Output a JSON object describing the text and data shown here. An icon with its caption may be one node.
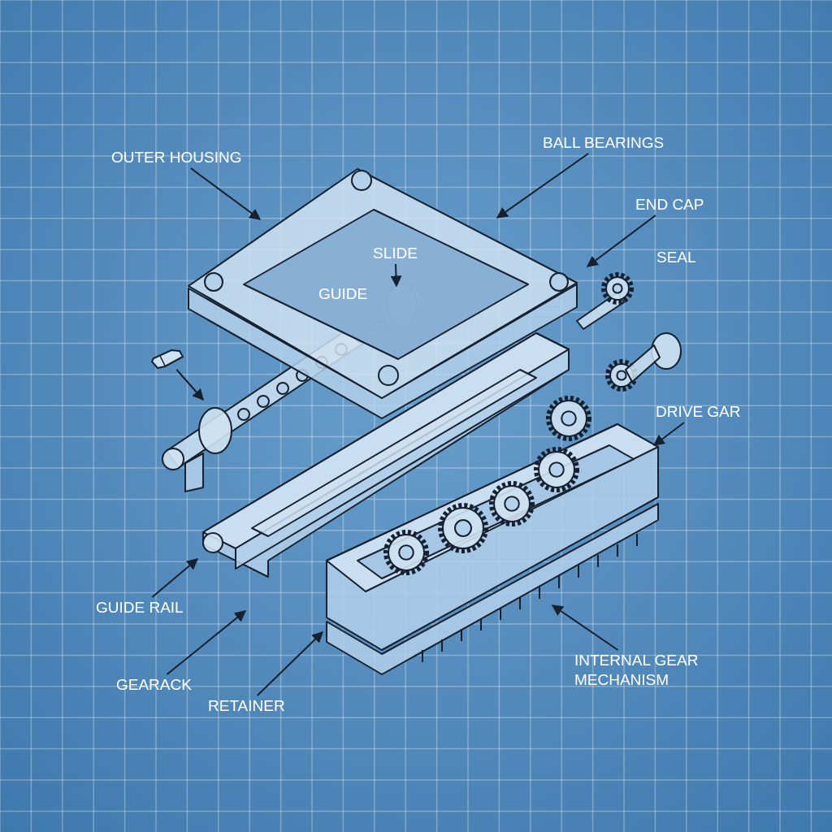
{
  "diagram": {
    "nodes": [
      {
        "text": [
          "OUTER HOUSING"
        ]
      },
      {
        "text": [
          "BALL BEARINGS"
        ]
      },
      {
        "text": [
          "END CAP"
        ]
      },
      {
        "text": [
          "SLIDE"
        ]
      },
      {
        "text": [],
        "shape": "picture"
      },
      {
        "text": [
          "DRIVE GAR"
        ]
      },
      {
        "text": [
          "GUIDE RAIL"
        ]
      },
      {
        "text": [
          "GEARACK"
        ]
      },
      {
        "text": [
          "RETAINER"
        ]
      },
      {
        "text": [
          "INTERNAL GEAR MECHANISM"
        ]
      }
    ],
    "edges": [
      {
        "from": 0,
        "to": null,
        "arrow": "to"
      },
      {
        "from": 1,
        "to": null,
        "arrow": "to"
      },
      {
        "from": 2,
        "to": null,
        "arrow": "to"
      },
      {
        "from": 3,
        "to": null,
        "arrow": "to"
      },
      {
        "from": 4,
        "to": null,
        "arrow": "to"
      },
      {
        "from": 5,
        "to": null,
        "arrow": "to"
      },
      {
        "from": 6,
        "to": null,
        "arrow": "to"
      },
      {
        "from": 7,
        "to": null,
        "arrow": "to"
      },
      {
        "from": 8,
        "to": null,
        "arrow": "to"
      },
      {
        "from": 9,
        "to": null,
        "arrow": "to"
      }
    ],
    "labels": [
      "SEAL",
      "GUIDE"
    ]
  }
}
